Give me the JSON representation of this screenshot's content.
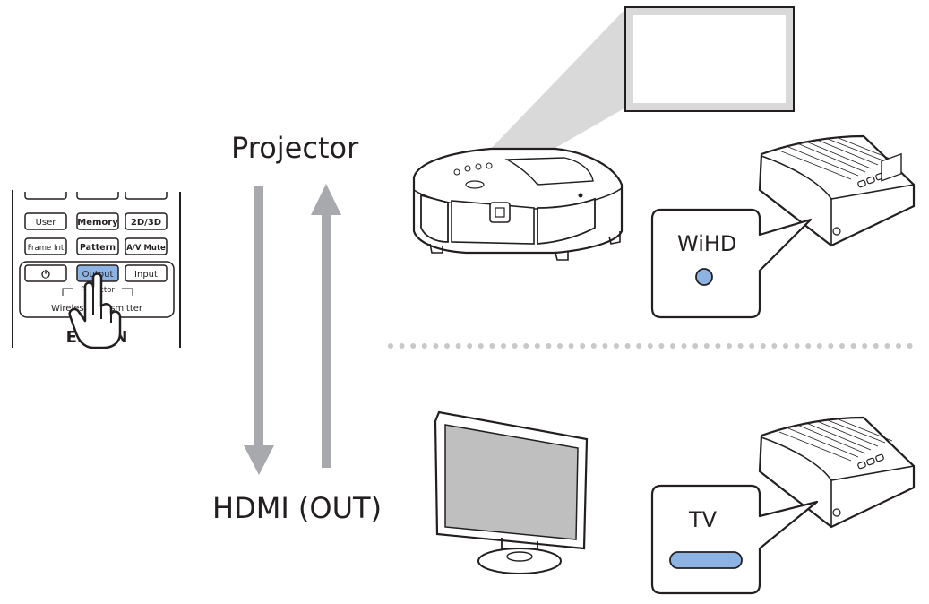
{
  "labels": {
    "projector": "Projector",
    "hdmi_out": "HDMI (OUT)",
    "wihd": "WiHD",
    "tv": "TV"
  },
  "remote": {
    "brand": "EPSON",
    "section_label": "Wireless Transmitter",
    "sub_label": "Projector",
    "rows": [
      [
        "User",
        "Memory",
        "2D/3D"
      ],
      [
        "Frame Int",
        "Pattern",
        "A/V Mute"
      ],
      [
        "⏻",
        "Output",
        "Input"
      ]
    ]
  },
  "colors": {
    "arrow": "#a7a9ac",
    "outline": "#231f20",
    "indicator": "#8db3e2",
    "screen_gray": "#d9d9d9",
    "tv_screen": "#bfbfbf",
    "dots": "#c8c8c8"
  },
  "icons": [
    "hand-pointer-icon",
    "power-icon",
    "projector-icon",
    "tv-icon",
    "transmitter-icon"
  ]
}
